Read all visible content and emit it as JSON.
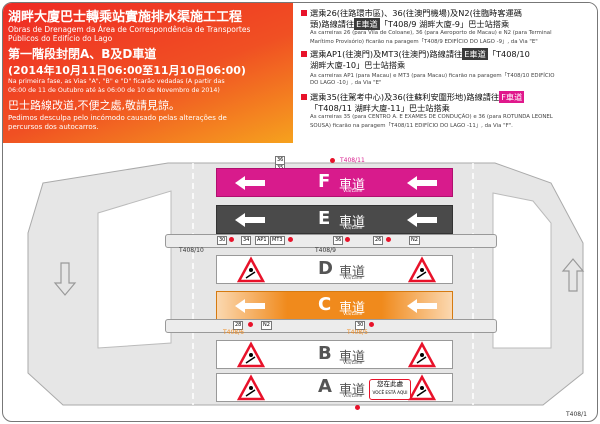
{
  "header": {
    "title_cn": "湖畔大廈巴士轉乘站實施排水渠施工工程",
    "title_pt_1": "Obras de Drenagem da Área de Correspondência de Transportes",
    "title_pt_2": "Públicos do Edifício do Lago",
    "phase_cn": "第一階段封閉A、B及D車道",
    "dates_cn": "(2014年10月11日06:00至11月10日06:00)",
    "pt_1": "Na primeira fase, as Vias \"A\", \"B\" e \"D\" ficarão vedadas (A partir das",
    "pt_2": "06:00 de 11 de Outubro até às 06:00 de 10 de Novembro de 2014)",
    "apology_cn": "巴士路線改道,不便之處,敬請見諒。",
    "apology_pt_1": "Pedimos desculpa pelo incómodo causado pelas alterações de",
    "apology_pt_2": "percursos dos autocarros."
  },
  "notices": [
    {
      "line1_cn_a": "選乘26(往路環市區)、36(往澳門機場)及N2(往臨時客運碼",
      "line2_cn_a": "頭)路線請往",
      "tag": "E車道",
      "line2_cn_b": "「T408/9 湖畔大廈-9」巴士站搭乘",
      "pt_1": "As carreiras 26 (para Vila de Coloane), 36 (para Aeroporto de Macau) e N2 (para Terminal",
      "pt_2": "Marítimo Provisório) ficarão na paragem「T408/9 EDIFÍCIO DO LAGO -9」, da Via \"E\""
    },
    {
      "line1_cn_a": "選乘AP1(往澳門)及MT3(往澳門)路線請往",
      "tag": "E車道",
      "line1_cn_b": "「T408/10",
      "line2_cn_a": "湖畔大廈-10」巴士站搭乘",
      "pt_1": "As carreiras AP1 (para Macau) e MT3 (para Macau) ficarão na paragem「T408/10 EDIFÍCIO",
      "pt_2": "DO LAGO -10」, da Via \"E\""
    },
    {
      "line1_cn_a": "選乘35(往駕考中心)及36(往蘇利安圍形地)路線請往",
      "tag": "F車道",
      "line2_cn_a": "「T408/11 湖畔大廈-11」巴士站搭乘",
      "pt_1": "As carreiras 35 (para CENTRO A. E EXAMES DE CONDUÇÃO) e 36 (para ROTUNDA LEONEL",
      "pt_2": "SOUSA) ficarão na paragem「T408/11 EDIFÍCIO DO LAGO -11」, da Via \"F\"."
    }
  ],
  "stops": {
    "t408_11": {
      "label": "T408/11",
      "routes": [
        "36",
        "35"
      ]
    },
    "t408_10": {
      "label": "T408/10",
      "routes": [
        "30",
        "34",
        "AP1",
        "MT3"
      ]
    },
    "t408_9": {
      "label": "T408/9",
      "routes": [
        "36",
        "26",
        "N2"
      ]
    },
    "t408_6": {
      "label": "T408/6",
      "routes": [
        "28",
        "N2"
      ]
    },
    "t408_5": {
      "label": "T408/5",
      "routes": [
        "30"
      ]
    }
  },
  "lanes": [
    {
      "letter": "F",
      "cn": "車道",
      "via": "Via/Lane",
      "status": "open-pink"
    },
    {
      "letter": "E",
      "cn": "車道",
      "via": "Via/Lane",
      "status": "open-dark"
    },
    {
      "letter": "D",
      "cn": "車道",
      "via": "Via/Lane",
      "status": "closed"
    },
    {
      "letter": "C",
      "cn": "車道",
      "via": "Via/Lane",
      "status": "open-orange"
    },
    {
      "letter": "B",
      "cn": "車道",
      "via": "Via/Lane",
      "status": "closed"
    },
    {
      "letter": "A",
      "cn": "車道",
      "via": "Via/Lane",
      "status": "closed"
    }
  ],
  "you_are_here": {
    "cn": "您在此處",
    "pt": "VOCÊ ESTÁ AQUI"
  },
  "footer_code": "T408/1",
  "colors": {
    "pink": "#d81b8c",
    "dark": "#4a4a4a",
    "orange": "#f08a1c",
    "red": "#e8122a",
    "header_red": "#ef2a24"
  }
}
